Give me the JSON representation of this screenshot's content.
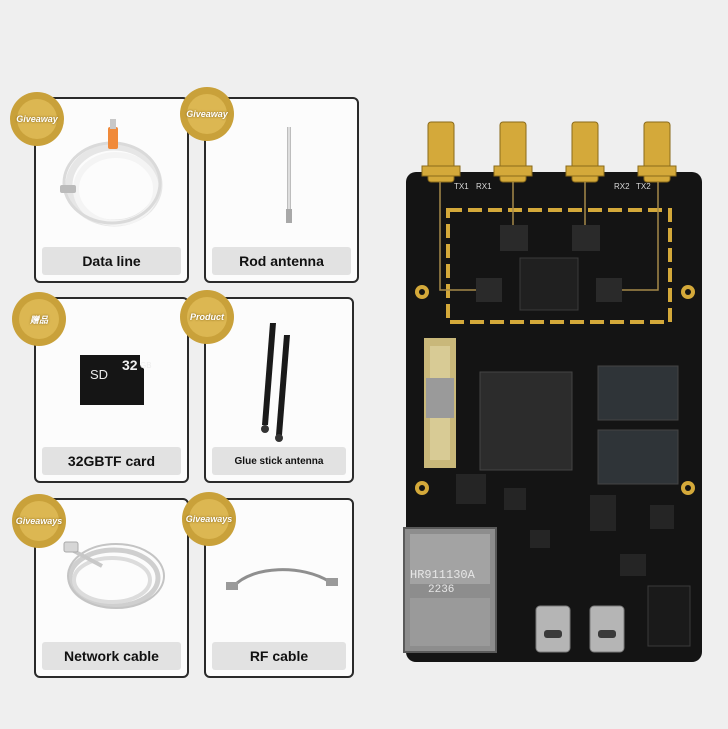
{
  "items": [
    {
      "label": "Data line",
      "badge": "Giveaway",
      "icon": "usb-cable-icon"
    },
    {
      "label": "Rod antenna",
      "badge": "Giveaway",
      "icon": "rod-antenna-icon"
    },
    {
      "label": "32GBTF card",
      "badge": "赠品",
      "icon": "microsd-card-icon"
    },
    {
      "label": "Glue stick antenna",
      "badge": "Product",
      "icon": "glue-stick-antenna-icon"
    },
    {
      "label": "Network cable",
      "badge": "Giveaways",
      "icon": "network-cable-icon"
    },
    {
      "label": "RF cable",
      "badge": "Giveaways",
      "icon": "rf-cable-icon"
    }
  ],
  "sd_card": {
    "capacity": "32",
    "unit": "GB"
  },
  "board": {
    "port_labels": [
      "TX1",
      "RX1",
      "RX2",
      "TX2"
    ],
    "jack_model": "HR911130A",
    "jack_code": "2236"
  },
  "colors": {
    "badge_gold": "#c9a13a",
    "board_black": "#141414",
    "connector_gold": "#d4a93a"
  }
}
